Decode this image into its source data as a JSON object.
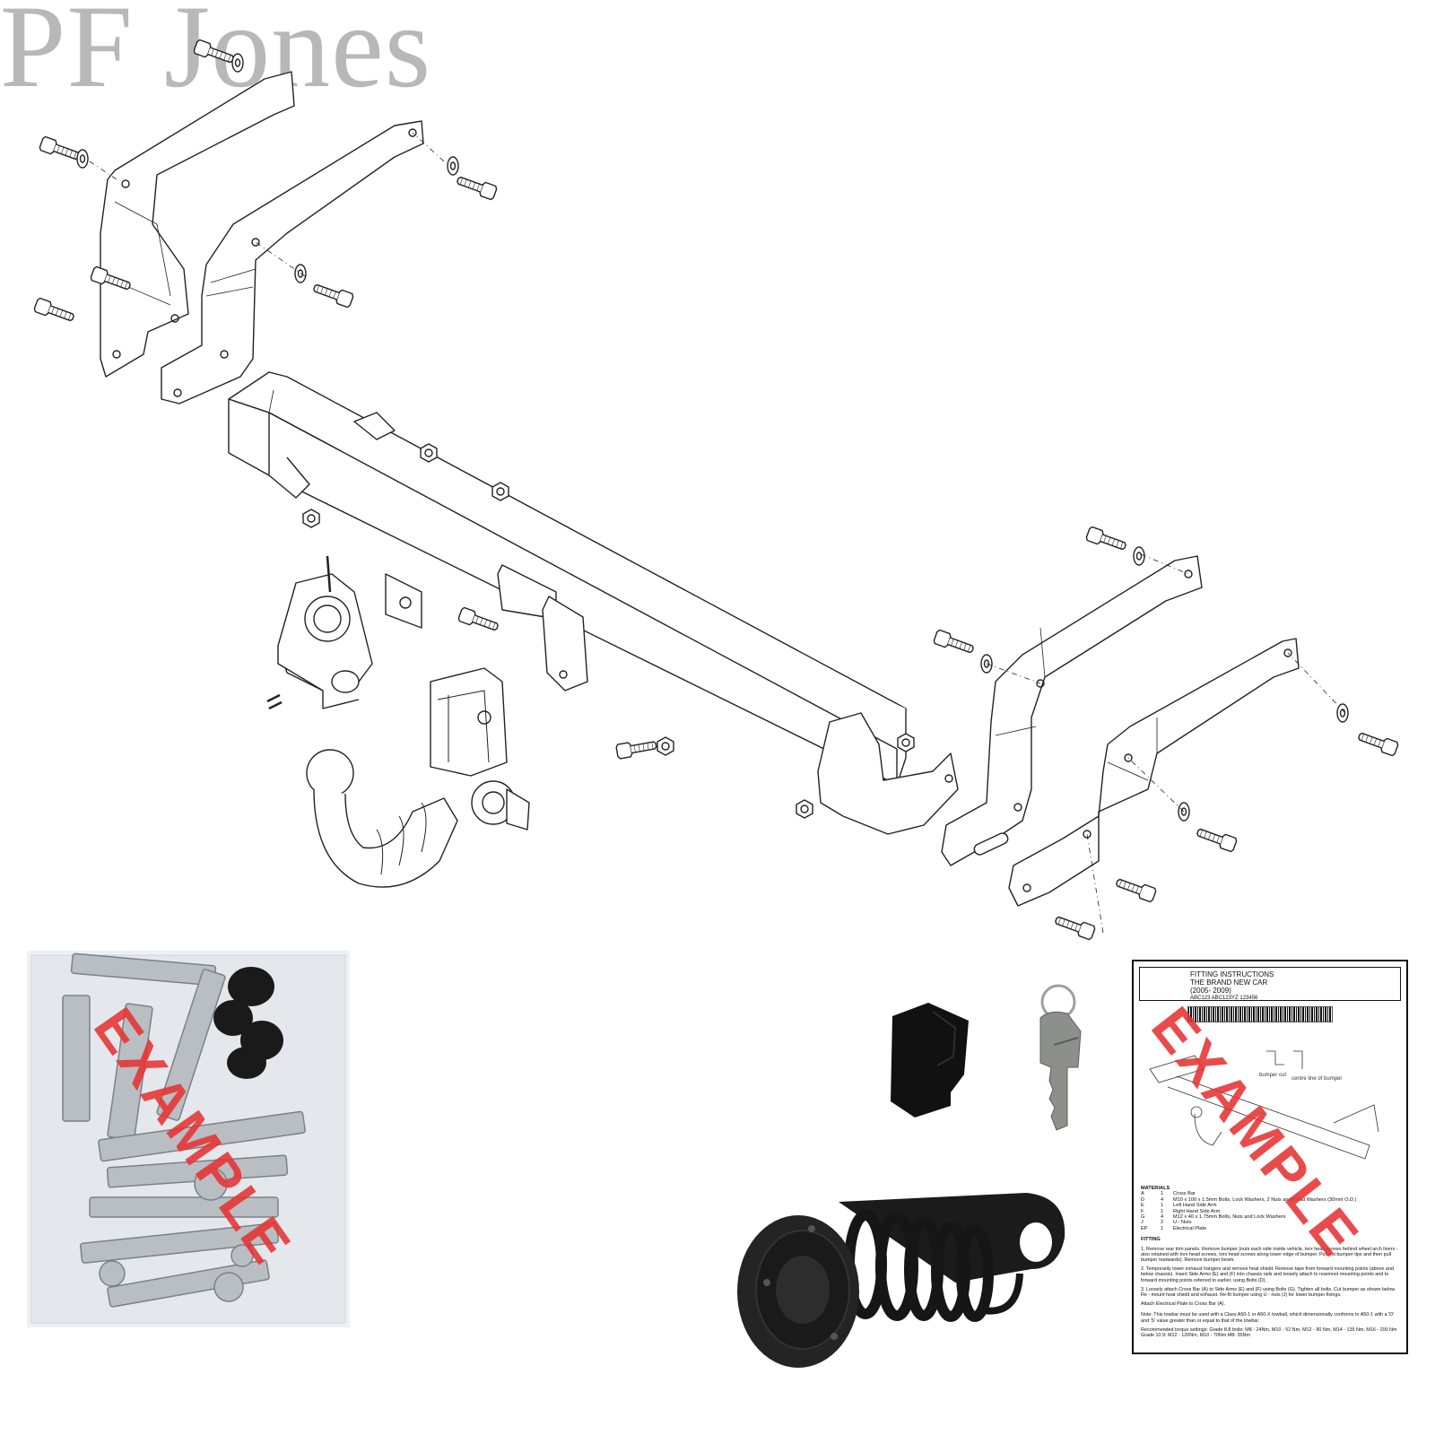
{
  "brand": {
    "logo_text": "PF Jones",
    "color": "#b8b8b8"
  },
  "stamp": {
    "text": "EXAMPLE",
    "color": "#e63232"
  },
  "manual": {
    "title_line1": "FITTING INSTRUCTIONS",
    "title_line2": "THE BRAND NEW CAR",
    "title_line3": "(2005- 2009)",
    "title_line4": "ABC123 ABC123YZ 123456",
    "bumper_cut": "bumper cut",
    "centre_line": "centre line of bumper",
    "materials_heading": "MATERIALS",
    "materials": [
      {
        "code": "A",
        "qty": "1",
        "desc": "Cross Bar"
      },
      {
        "code": "D",
        "qty": "4",
        "desc": "M10 x 100 x 1.5mm Bolts, Lock Washers, 2 Nuts and 6 Flat Washers (30mm O.D.)"
      },
      {
        "code": "E",
        "qty": "1",
        "desc": "Left Hand Side Arm"
      },
      {
        "code": "F",
        "qty": "1",
        "desc": "Right Hand Side Arm"
      },
      {
        "code": "G",
        "qty": "4",
        "desc": "M12 x 40 x 1.75mm Bolts, Nuts and Lock Washers"
      },
      {
        "code": "J",
        "qty": "2",
        "desc": "U - Nuts"
      },
      {
        "code": "EP",
        "qty": "1",
        "desc": "Electrical Plate"
      }
    ],
    "fitting_heading": "FITTING",
    "steps": [
      "1. Remove rear trim panels. Remove bumper (nuts each side inside vehicle, torx head screws behind wheel arch liners - also retained with torx head screws, torx head screws along lower edge of bumper. Pull out bumper tips and then pull bumper rearwards). Remove bumper beam.",
      "2. Temporarily lower exhaust hangers and remove heat shield. Remove tape from forward mounting points (above and below chassis). Insert Side Arms (E) and (F) into chassis rails and loosely attach to rearmost mounting points and to forward mounting points referred to earlier, using Bolts (D).",
      "3. Loosely attach Cross Bar (A) to Side Arms (E) and (F) using Bolts (G). Tighten all bolts. Cut bumper as shown below. Re - mount heat shield and exhaust. Re-fit bumper using U - nuts (J) for lower bumper fixings.",
      "Attach Electrical Plate to Cross Bar (A)."
    ],
    "note": "Note: This towbar must be used with a Class A50-1 or A50-X towball, which dimensionally conforms to A50-1 with a 'D' and 'S' value greater than or equal to that of the towbar.",
    "torque": "Recommended torque settings: Grade 8.8 bolts: M8 - 24Nm, M10 - 52 Nm, M12 - 90 Nm, M14 - 135 Nm, M16 - 200 Nm Grade 10.9: M12 - 120Nm, M10 - 70Nm M8- 35Nm"
  }
}
